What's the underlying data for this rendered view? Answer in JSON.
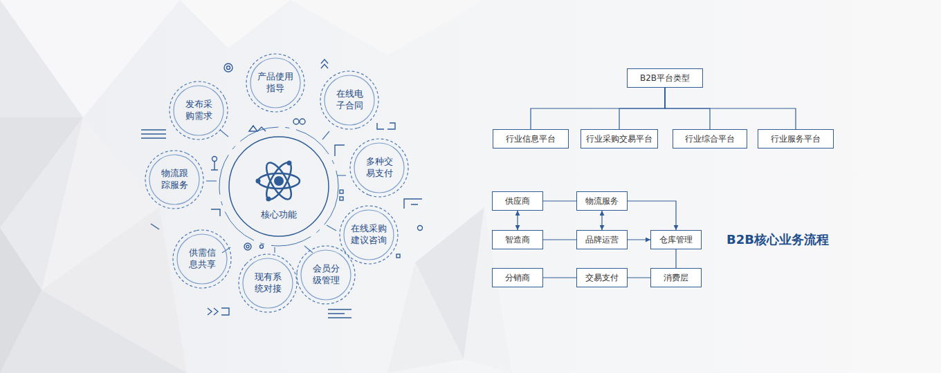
{
  "diagram": {
    "nodes": [
      {
        "text": [
          "核心功能"
        ]
      },
      {
        "text": [
          "产品使用指导"
        ]
      },
      {
        "text": [
          "在线电子合同"
        ]
      },
      {
        "text": [
          "多种交易支付"
        ]
      },
      {
        "text": [
          "在线采购建议咨询"
        ]
      },
      {
        "text": [
          "会员分级管理"
        ]
      },
      {
        "text": [
          "现有系统对接"
        ]
      },
      {
        "text": [
          "供需信息共享"
        ]
      },
      {
        "text": [
          "物流跟踪服务"
        ]
      },
      {
        "text": [
          "发布采购需求"
        ]
      },
      {
        "text": [
          "B2B平台类型"
        ]
      },
      {
        "text": [
          "行业信息平台"
        ]
      },
      {
        "text": [
          "行业采购交易平台"
        ]
      },
      {
        "text": [
          "行业综合平台"
        ]
      },
      {
        "text": [
          "行业服务平台"
        ]
      },
      {
        "text": [
          "供应商"
        ]
      },
      {
        "text": [
          "物流服务"
        ]
      },
      {
        "text": [
          "智造商"
        ]
      },
      {
        "text": [
          "品牌运营"
        ]
      },
      {
        "text": [
          "仓库管理"
        ]
      },
      {
        "text": [
          "分销商"
        ]
      },
      {
        "text": [
          "交易支付"
        ]
      },
      {
        "text": [
          "消费层"
        ]
      }
    ],
    "edges": [
      {
        "from": 10,
        "to": 11,
        "arrow": "none"
      },
      {
        "from": 10,
        "to": 12,
        "arrow": "none"
      },
      {
        "from": 10,
        "to": 13,
        "arrow": "none"
      },
      {
        "from": 10,
        "to": 14,
        "arrow": "none"
      },
      {
        "from": 15,
        "to": 16,
        "arrow": "none"
      },
      {
        "from": 15,
        "to": 17,
        "arrow": "both"
      },
      {
        "from": 16,
        "to": 18,
        "arrow": "both"
      },
      {
        "from": 16,
        "to": 19,
        "arrow": "to"
      },
      {
        "from": 17,
        "to": 18,
        "arrow": "none"
      },
      {
        "from": 18,
        "to": 19,
        "arrow": "to"
      },
      {
        "from": 19,
        "to": 22,
        "arrow": "none"
      },
      {
        "from": 20,
        "to": 21,
        "arrow": "none"
      },
      {
        "from": 21,
        "to": 22,
        "arrow": "none"
      }
    ],
    "labels": [
      "B2B核心业务流程"
    ]
  }
}
